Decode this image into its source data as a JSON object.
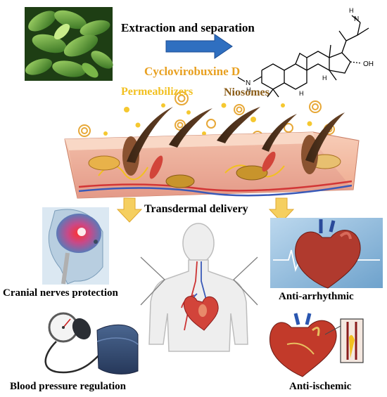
{
  "labels": {
    "extraction": "Extraction and separation",
    "compound": "Cyclovirobuxine D",
    "permeabilizers": "Permeabilizers",
    "niosomes": "Niosomes",
    "transdermal": "Transdermal delivery",
    "cranial": "Cranial nerves protection",
    "arrhythmic": "Anti-arrhythmic",
    "bp": "Blood pressure regulation",
    "ischemic": "Anti-ischemic"
  },
  "molecule_atoms": {
    "n_top": "N",
    "h_top": "H",
    "oh": "OH",
    "n_left": "N",
    "h_left": "H",
    "h1": "H",
    "h2": "H"
  },
  "colors": {
    "arrow_blue": "#2f6fc0",
    "compound_orange": "#e8a020",
    "permeabilizer_yellow": "#f2c020",
    "niosome_brown": "#8a5c18",
    "down_arrow_yellow": "#f5cf60",
    "skin_pink": "#f2b8a0"
  }
}
